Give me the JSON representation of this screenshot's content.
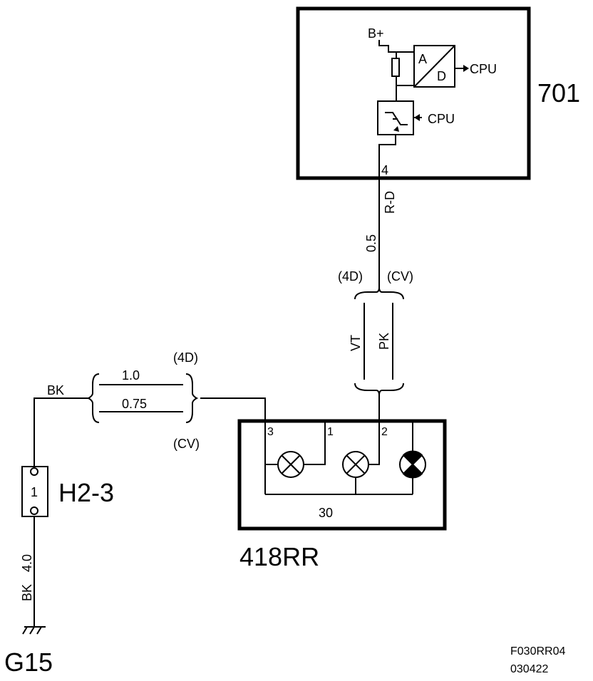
{
  "components": {
    "ecu": {
      "id": "701",
      "supply": "B+",
      "adc_a": "A",
      "adc_d": "D",
      "cpu_out": "CPU",
      "cpu_in": "CPU",
      "pin": "4"
    },
    "lamp": {
      "id": "418RR",
      "pin3": "3",
      "pin1": "1",
      "pin2": "2",
      "pin30": "30"
    },
    "connector": {
      "id": "H2-3",
      "pin": "1"
    },
    "ground": {
      "id": "G15"
    }
  },
  "wires": {
    "ecu_wire": {
      "color": "R-D",
      "size": "0.5"
    },
    "variant_right": {
      "v1": "(4D)",
      "v2": "(CV)",
      "color_4d": "VT",
      "color_cv": "PK"
    },
    "variant_left": {
      "v1": "(4D)",
      "v2": "(CV)",
      "size_4d": "1.0",
      "size_cv": "0.75",
      "color": "BK"
    },
    "ground_wire": {
      "color": "BK",
      "size": "4.0"
    }
  },
  "footer": {
    "figure_code": "F030RR04",
    "date_code": "030422"
  },
  "colors": {
    "ink": "#000000",
    "paper": "#ffffff"
  }
}
